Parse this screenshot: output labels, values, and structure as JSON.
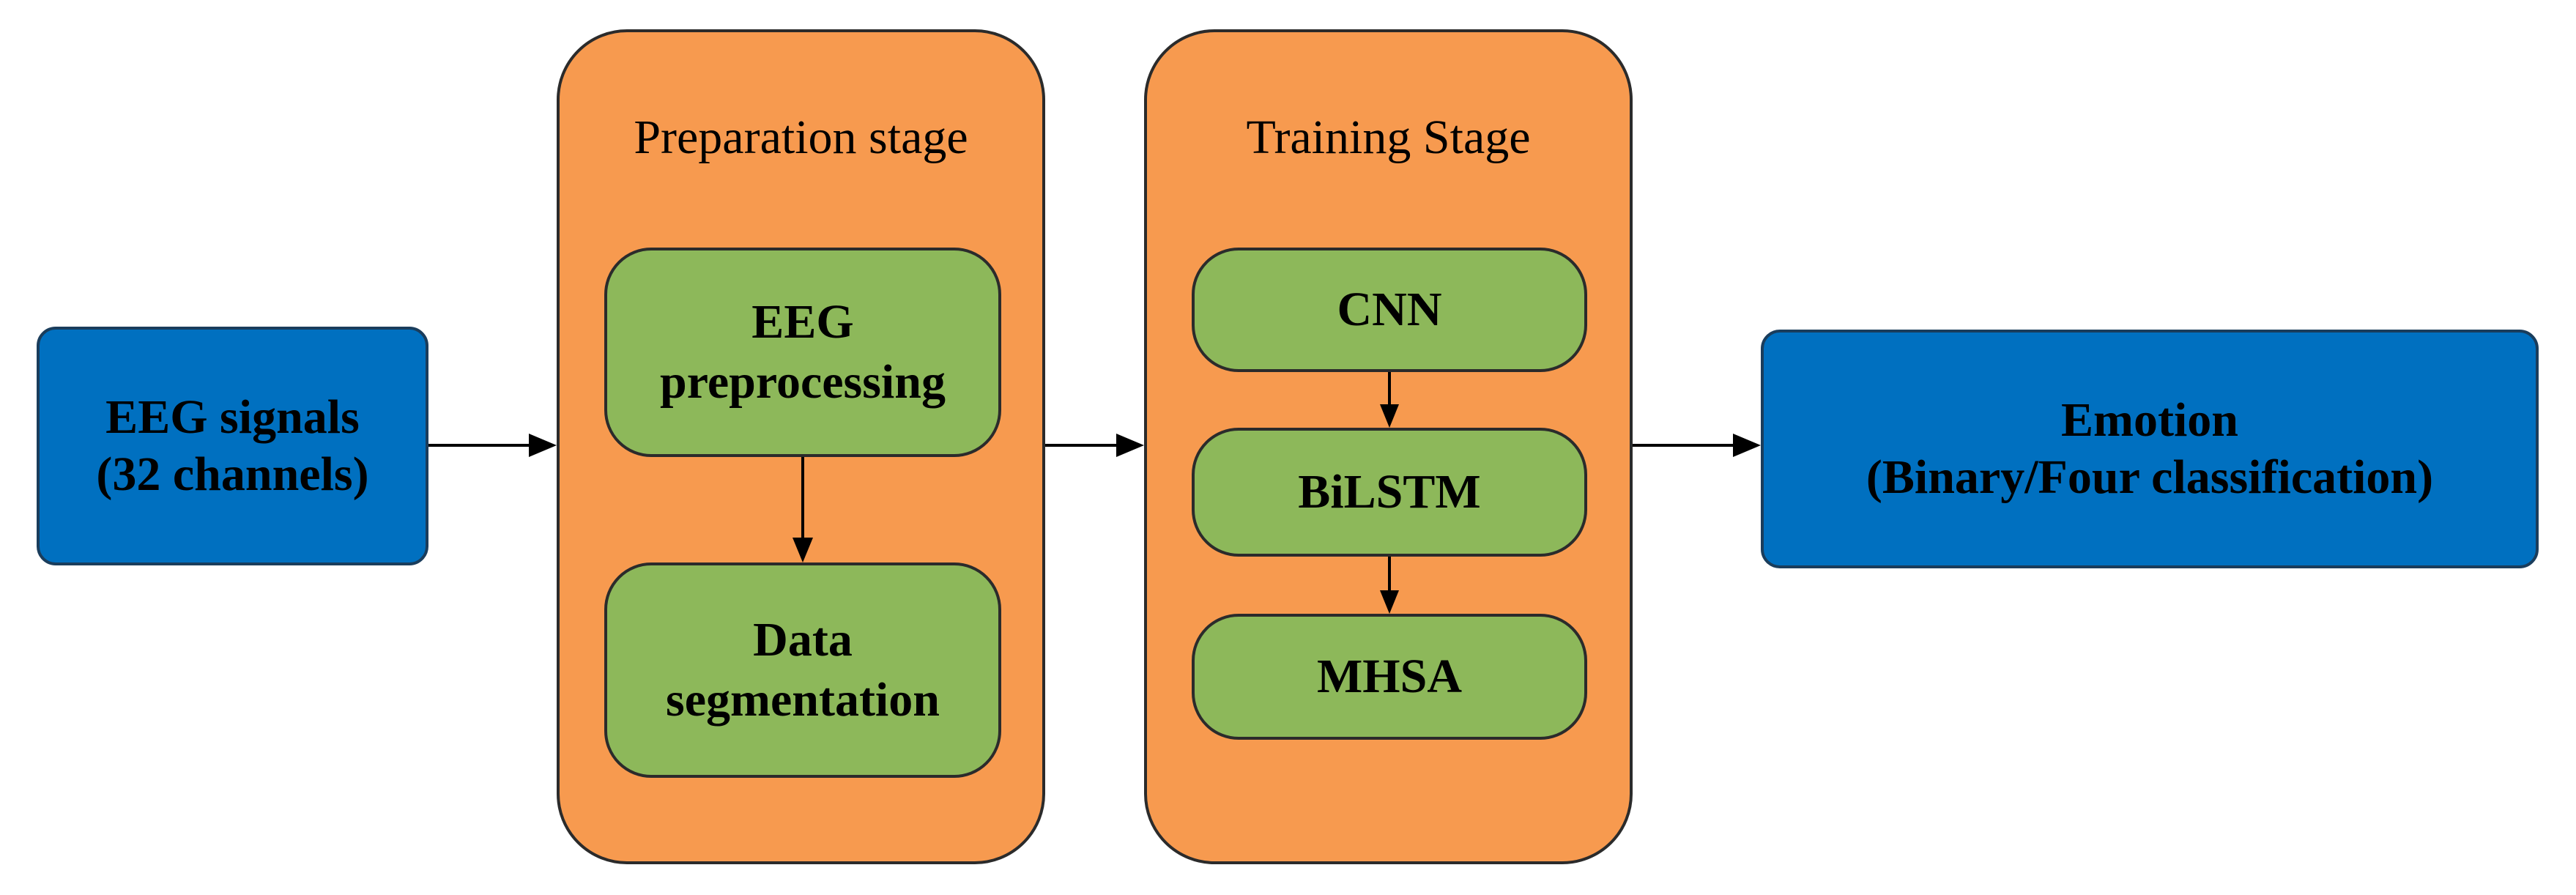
{
  "input": {
    "line1": "EEG signals",
    "line2": "(32 channels)"
  },
  "preparation": {
    "title": "Preparation stage",
    "step1": {
      "line1": "EEG",
      "line2": "preprocessing"
    },
    "step2": {
      "line1": "Data",
      "line2": "segmentation"
    }
  },
  "training": {
    "title": "Training Stage",
    "step1": "CNN",
    "step2": "BiLSTM",
    "step3": "MHSA"
  },
  "output": {
    "line1": "Emotion",
    "line2": "(Binary/Four classification)"
  },
  "colors": {
    "input_output_fill": "#0070C0",
    "stage_fill": "#F79A4F",
    "step_fill": "#8DB85A"
  }
}
